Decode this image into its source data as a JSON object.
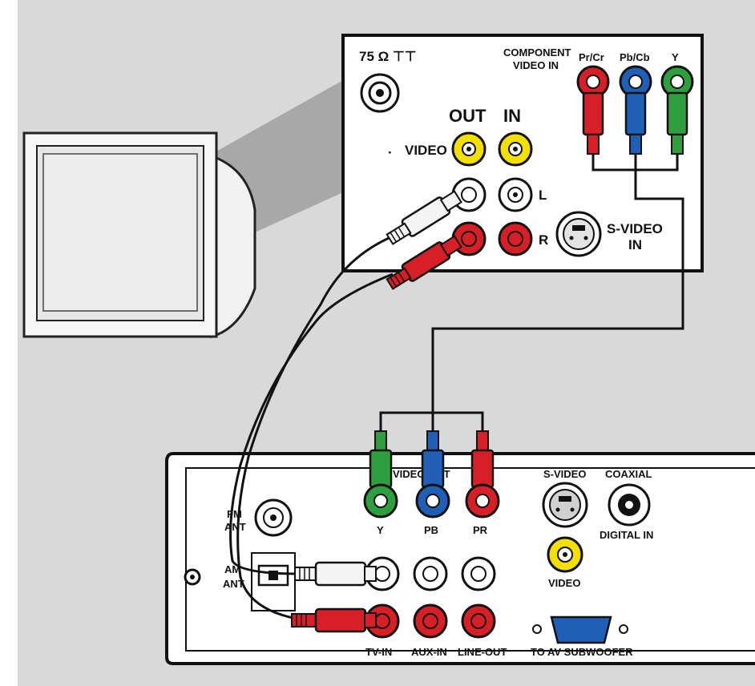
{
  "tv_panel": {
    "antenna_label": "75 Ω ⊤⊤",
    "component_video_in_line1": "COMPONENT",
    "component_video_in_line2": "VIDEO IN",
    "pr_cr": "Pr/Cr",
    "pb_cb": "Pb/Cb",
    "y": "Y",
    "out": "OUT",
    "in": "IN",
    "video": "VIDEO",
    "left": "L",
    "right": "R",
    "s_video_line1": "S-VIDEO",
    "s_video_line2": "IN"
  },
  "player_panel": {
    "video_out": "VIDEO OUT",
    "y": "Y",
    "pb": "PB",
    "pr": "PR",
    "s_video": "S-VIDEO",
    "coaxial": "COAXIAL",
    "digital_in": "DIGITAL IN",
    "video": "VIDEO",
    "fm_line1": "FM",
    "fm_line2": "ANT",
    "am_line1": "AM",
    "am_line2": "ANT",
    "tv_in": "TV-IN",
    "aux_in": "AUX-IN",
    "line_out": "LINE-OUT",
    "to_av_subwoofer": "TO AV SUBWOOFER"
  },
  "colors": {
    "background_gray": "#d9d9d9",
    "red": "#d61f26",
    "green": "#2e9e3e",
    "blue": "#1f5fb5",
    "yellow": "#f3e000",
    "white_plug": "#f4f4f4"
  }
}
